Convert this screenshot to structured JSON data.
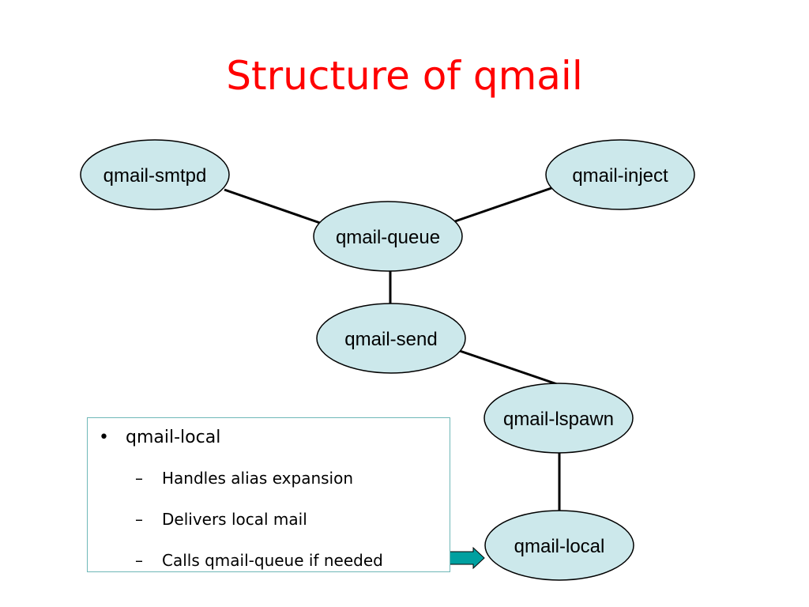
{
  "title": "Structure of qmail",
  "colors": {
    "title": "#ff0000",
    "node_fill": "#cce8eb",
    "node_stroke": "#000000",
    "edge": "#000000",
    "box_border": "#6fb8b8",
    "arrow_fill": "#00a0a0"
  },
  "nodes": {
    "smtpd": "qmail-smtpd",
    "inject": "qmail-inject",
    "queue": "qmail-queue",
    "send": "qmail-send",
    "lspawn": "qmail-lspawn",
    "local": "qmail-local"
  },
  "edges": [
    [
      "qmail-smtpd",
      "qmail-queue"
    ],
    [
      "qmail-inject",
      "qmail-queue"
    ],
    [
      "qmail-queue",
      "qmail-send"
    ],
    [
      "qmail-send",
      "qmail-lspawn"
    ],
    [
      "qmail-lspawn",
      "qmail-local"
    ]
  ],
  "info": {
    "bullet_mark": "•",
    "bullet": "qmail-local",
    "sub_mark": "–",
    "items": [
      "Handles alias expansion",
      "Delivers local mail",
      "Calls qmail-queue if needed"
    ]
  }
}
